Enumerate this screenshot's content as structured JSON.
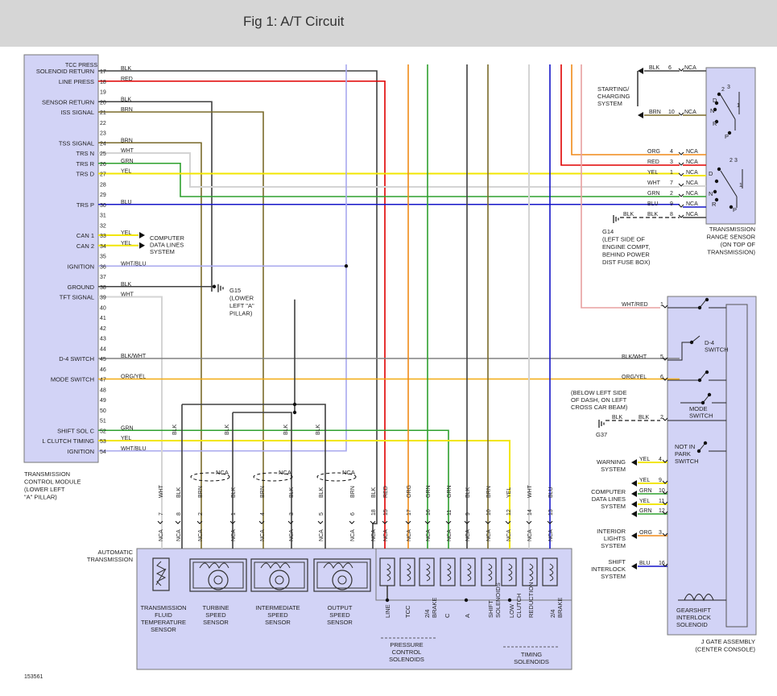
{
  "header": {
    "title": "Fig 1: A/T Circuit"
  },
  "colors": {
    "BLK": "#404040",
    "RED": "#e00000",
    "BRN": "#7a6a2a",
    "GRN": "#2ea02e",
    "YEL": "#f2e600",
    "BLU": "#1515c8",
    "WHT": "#d4d4d4",
    "ORG": "#f08a18",
    "WHT/BLU": "#a8a8ee",
    "WHT/RED": "#e8a0a0",
    "BLK/WHT": "#808080",
    "ORG/YEL": "#f2ac12",
    "box_fill": "#d2d3f6"
  },
  "tcm": {
    "title_lines": [
      "TRANSMISSION",
      "CONTROL MODULE",
      "(LOWER LEFT",
      "\"A\" PILLAR)"
    ],
    "pins": [
      {
        "n": "17",
        "label": "SOLENOID RETURN",
        "wire": "BLK"
      },
      {
        "n": "18",
        "label": "LINE PRESS",
        "wire": "RED"
      },
      {
        "n": "19",
        "label": "",
        "wire": ""
      },
      {
        "n": "20",
        "label": "SENSOR RETURN",
        "wire": "BLK"
      },
      {
        "n": "21",
        "label": "ISS SIGNAL",
        "wire": "BRN"
      },
      {
        "n": "22",
        "label": "",
        "wire": ""
      },
      {
        "n": "23",
        "label": "",
        "wire": ""
      },
      {
        "n": "24",
        "label": "TSS SIGNAL",
        "wire": "BRN"
      },
      {
        "n": "25",
        "label": "TRS N",
        "wire": "WHT"
      },
      {
        "n": "26",
        "label": "TRS R",
        "wire": "GRN"
      },
      {
        "n": "27",
        "label": "TRS D",
        "wire": "YEL"
      },
      {
        "n": "28",
        "label": "",
        "wire": ""
      },
      {
        "n": "29",
        "label": "",
        "wire": ""
      },
      {
        "n": "30",
        "label": "TRS P",
        "wire": "BLU"
      },
      {
        "n": "31",
        "label": "",
        "wire": ""
      },
      {
        "n": "32",
        "label": "",
        "wire": ""
      },
      {
        "n": "33",
        "label": "CAN 1",
        "wire": "YEL"
      },
      {
        "n": "34",
        "label": "CAN 2",
        "wire": "YEL"
      },
      {
        "n": "35",
        "label": "",
        "wire": ""
      },
      {
        "n": "36",
        "label": "IGNITION",
        "wire": "WHT/BLU"
      },
      {
        "n": "37",
        "label": "",
        "wire": ""
      },
      {
        "n": "38",
        "label": "GROUND",
        "wire": "BLK"
      },
      {
        "n": "39",
        "label": "TFT SIGNAL",
        "wire": "WHT"
      },
      {
        "n": "40",
        "label": "",
        "wire": ""
      },
      {
        "n": "41",
        "label": "",
        "wire": ""
      },
      {
        "n": "42",
        "label": "",
        "wire": ""
      },
      {
        "n": "43",
        "label": "",
        "wire": ""
      },
      {
        "n": "44",
        "label": "",
        "wire": ""
      },
      {
        "n": "45",
        "label": "D-4 SWITCH",
        "wire": "BLK/WHT"
      },
      {
        "n": "46",
        "label": "",
        "wire": ""
      },
      {
        "n": "47",
        "label": "MODE SWITCH",
        "wire": "ORG/YEL"
      },
      {
        "n": "48",
        "label": "",
        "wire": ""
      },
      {
        "n": "49",
        "label": "",
        "wire": ""
      },
      {
        "n": "50",
        "label": "",
        "wire": ""
      },
      {
        "n": "51",
        "label": "",
        "wire": ""
      },
      {
        "n": "52",
        "label": "SHIFT SOL C",
        "wire": "GRN"
      },
      {
        "n": "53",
        "label": "L CLUTCH TIMING",
        "wire": "YEL"
      },
      {
        "n": "54",
        "label": "IGNITION",
        "wire": "WHT/BLU"
      }
    ]
  },
  "computer_data_lines": [
    "COMPUTER",
    "DATA LINES",
    "SYSTEM"
  ],
  "g15": [
    "G15",
    "(LOWER",
    "LEFT \"A\"",
    "PILLAR)"
  ],
  "starting_charging": {
    "lines": [
      "STARTING/",
      "CHARGING",
      "SYSTEM"
    ],
    "wires": [
      {
        "color": "BLK",
        "pin": "6",
        "conn": "NCA"
      },
      {
        "color": "BRN",
        "pin": "10",
        "conn": "NCA"
      }
    ]
  },
  "trs_wires": [
    {
      "color": "ORG",
      "pin": "4",
      "conn": "NCA"
    },
    {
      "color": "RED",
      "pin": "3",
      "conn": "NCA"
    },
    {
      "color": "YEL",
      "pin": "1",
      "conn": "NCA"
    },
    {
      "color": "WHT",
      "pin": "7",
      "conn": "NCA"
    },
    {
      "color": "GRN",
      "pin": "2",
      "conn": "NCA"
    },
    {
      "color": "BLU",
      "pin": "9",
      "conn": "NCA"
    },
    {
      "color": "BLK",
      "pin": "8",
      "conn": "NCA"
    }
  ],
  "trs": {
    "title_lines": [
      "TRANSMISSION",
      "RANGE SENSOR",
      "(ON TOP OF",
      "TRANSMISSION)"
    ],
    "positions": [
      "D",
      "N",
      "R",
      "P"
    ],
    "pos_nums": [
      "2",
      "3",
      "1"
    ]
  },
  "g14": {
    "lines": [
      "G14",
      "(LEFT SIDE OF",
      "ENGINE COMPT,",
      "BEHIND POWER",
      "DIST FUSE BOX)"
    ],
    "wire": "BLK"
  },
  "jgate_wires": [
    {
      "color": "WHT/RED",
      "pin": "1",
      "label": ""
    },
    {
      "color": "BLK/WHT",
      "pin": "5",
      "label": ""
    },
    {
      "color": "ORG/YEL",
      "pin": "6",
      "label": ""
    },
    {
      "color": "BLK",
      "pin": "2",
      "label": ""
    }
  ],
  "g37": {
    "lines": [
      "(BELOW LEFT SIDE",
      "OF DASH, ON LEFT",
      "CROSS CAR BEAM)"
    ],
    "name": "G37"
  },
  "jgate": {
    "title_lines": [
      "J GATE ASSEMBLY",
      "(CENTER CONSOLE)"
    ],
    "d4_switch": [
      "D-4",
      "SWITCH"
    ],
    "mode_switch": [
      "MODE",
      "SWITCH"
    ],
    "not_in_park": [
      "NOT IN",
      "PARK",
      "SWITCH"
    ],
    "interlock_solenoid": [
      "GEARSHIFT",
      "INTERLOCK",
      "SOLENOID"
    ]
  },
  "jgate_systems": [
    {
      "lines": [
        "WARNING",
        "SYSTEM"
      ],
      "wires": [
        {
          "color": "YEL",
          "pin": "4"
        }
      ]
    },
    {
      "lines": [
        "COMPUTER",
        "DATA LINES",
        "SYSTEM"
      ],
      "wires": [
        {
          "color": "YEL",
          "pin": "9"
        },
        {
          "color": "GRN",
          "pin": "10"
        },
        {
          "color": "YEL",
          "pin": "11"
        },
        {
          "color": "GRN",
          "pin": "12"
        }
      ]
    },
    {
      "lines": [
        "INTERIOR",
        "LIGHTS",
        "SYSTEM"
      ],
      "wires": [
        {
          "color": "ORG",
          "pin": "3"
        }
      ]
    },
    {
      "lines": [
        "SHIFT",
        "INTERLOCK",
        "SYSTEM"
      ],
      "wires": [
        {
          "color": "BLU",
          "pin": "16"
        }
      ]
    }
  ],
  "trans_columns": [
    {
      "wire": "WHT",
      "pin": "7",
      "conn": "NCA"
    },
    {
      "wire": "BLK",
      "pin": "8",
      "conn": "NCA"
    },
    {
      "wire": "BRN",
      "pin": "2",
      "conn": "NCA"
    },
    {
      "wire": "BLK",
      "pin": "1",
      "conn": "NCA"
    },
    {
      "wire": "BRN",
      "pin": "4",
      "conn": "NCA"
    },
    {
      "wire": "BLK",
      "pin": "3",
      "conn": "NCA"
    },
    {
      "wire": "BLK",
      "pin": "5",
      "conn": "NCA"
    },
    {
      "wire": "BRN",
      "pin": "6",
      "conn": "NCA"
    },
    {
      "wire": "BLK",
      "pin": "18",
      "conn": "NCA"
    },
    {
      "wire": "RED",
      "pin": "15",
      "conn": "NCA"
    },
    {
      "wire": "ORG",
      "pin": "17",
      "conn": "NCA"
    },
    {
      "wire": "GRN",
      "pin": "16",
      "conn": "NCA"
    },
    {
      "wire": "GRN",
      "pin": "11",
      "conn": "NCA"
    },
    {
      "wire": "BLK",
      "pin": "9",
      "conn": "NCA"
    },
    {
      "wire": "BRN",
      "pin": "10",
      "conn": "NCA"
    },
    {
      "wire": "YEL",
      "pin": "12",
      "conn": "NCA"
    },
    {
      "wire": "WHT",
      "pin": "14",
      "conn": "NCA"
    },
    {
      "wire": "BLU",
      "pin": "13",
      "conn": "NCA"
    }
  ],
  "branch_ncas": [
    "NCA",
    "NCA",
    "NCA"
  ],
  "branch_wires": [
    "BLK",
    "BLK",
    "BLK",
    "BLK"
  ],
  "auto_trans": {
    "title_lines": [
      "AUTOMATIC",
      "TRANSMISSION"
    ],
    "sensors": [
      [
        "TRANSMISSION",
        "FLUID",
        "TEMPERATURE",
        "SENSOR"
      ],
      [
        "TURBINE",
        "SPEED",
        "SENSOR"
      ],
      [
        "INTERMEDIATE",
        "SPEED",
        "SENSOR"
      ],
      [
        "OUTPUT",
        "SPEED",
        "SENSOR"
      ]
    ],
    "solenoid_labels": [
      [
        "LINE"
      ],
      [
        "TCC"
      ],
      [
        "2/4",
        "BRAKE"
      ],
      [
        "C"
      ],
      [
        "A"
      ],
      [
        "SHIFT",
        "SOLENOIDS"
      ],
      [
        "LOW",
        "CLUTCH"
      ],
      [
        "REDUCTION"
      ],
      [
        "2/4",
        "BRAKE"
      ]
    ],
    "pressure_group": [
      "PRESSURE",
      "CONTROL",
      "SOLENOIDS"
    ],
    "timing_group": [
      "TIMING",
      "SOLENOIDS"
    ]
  },
  "ref_code": "153561"
}
